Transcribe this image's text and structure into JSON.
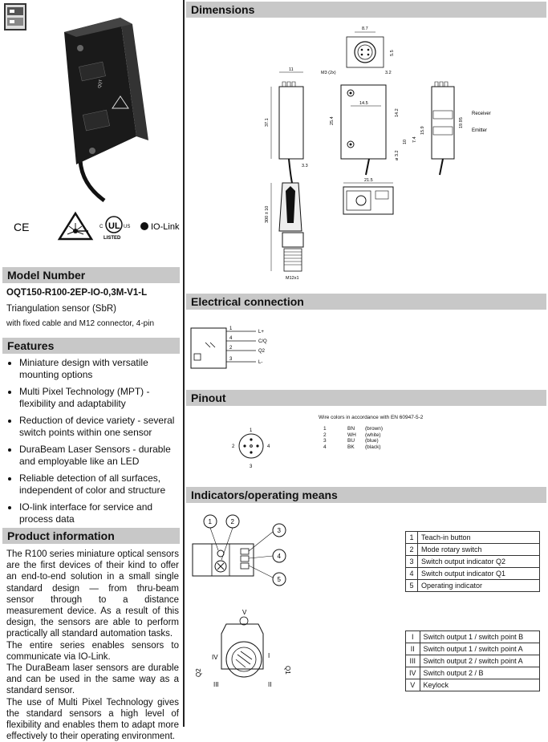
{
  "sections": {
    "dimensions": "Dimensions",
    "electrical": "Electrical connection",
    "pinout": "Pinout",
    "indicators": "Indicators/operating means",
    "model": "Model Number",
    "features": "Features",
    "product_info": "Product information"
  },
  "certs": {
    "ce": "CE",
    "ul_us": "US",
    "ul_listed": "LISTED",
    "iolink": "IO-Link"
  },
  "model": {
    "number": "OQT150-R100-2EP-IO-0,3M-V1-L",
    "desc": "Triangulation sensor (SbR)",
    "desc2": "with fixed cable and M12 connector, 4-pin"
  },
  "features": [
    "Miniature design with versatile mounting options",
    "Multi Pixel Technology (MPT) - flexibility and adaptability",
    "Reduction of device variety - several switch points within one sensor",
    "DuraBeam Laser Sensors - durable and employable like an LED",
    "Reliable detection of all surfaces, independent of color and structure",
    "IO-link interface for service and process data"
  ],
  "product_info": [
    "The R100 series miniature optical sensors are the first devices of their kind to offer an end-to-end solution in a small single standard design — from thru-beam sensor through to a distance measurement device. As a result of this design, the sensors are able to perform practically all standard automation tasks.",
    "The entire series enables sensors to communicate via IO-Link.",
    "The DuraBeam laser sensors are durable and can be used in the same way as a standard sensor.",
    "The use of Multi Pixel Technology gives the standard sensors a high level of flexibility and enables them to adapt more effectively to their operating environment."
  ],
  "dimensions": {
    "d8_7": "8.7",
    "d5_5": "5.5",
    "m3": "M3 (2x)",
    "d3_2a": "3.2",
    "d11": "11",
    "d14_5": "14.5",
    "d37_1": "37.1",
    "d25_4": "25.4",
    "d14_2": "14.2",
    "d19_95": "19.95",
    "d15_9": "15.9",
    "d10": "10",
    "d7_4": "7.4",
    "d3_2b": "ø 3.2",
    "d3_3": "3.3",
    "d21_5": "21.5",
    "d300": "300 ± 10",
    "m12": "M12x1",
    "receiver": "Receiver",
    "emitter": "Emitter"
  },
  "electrical": {
    "p1": "1",
    "p2": "2",
    "p4": "4",
    "p3": "3",
    "l_plus": "L+",
    "cq": "C/Q",
    "q2": "Q2",
    "l_minus": "L-"
  },
  "pinout": {
    "note": "Wire colors in accordance with EN 60947-5-2",
    "rows": [
      {
        "pin": "1",
        "code": "BN",
        "color": "(brown)"
      },
      {
        "pin": "2",
        "code": "WH",
        "color": "(white)"
      },
      {
        "pin": "3",
        "code": "BU",
        "color": "(blue)"
      },
      {
        "pin": "4",
        "code": "BK",
        "color": "(black)"
      }
    ],
    "labels": {
      "n1": "1",
      "n2": "2",
      "n3": "3",
      "n4": "4"
    }
  },
  "indicators": {
    "table1": [
      {
        "n": "1",
        "t": "Teach-in button"
      },
      {
        "n": "2",
        "t": "Mode rotary switch"
      },
      {
        "n": "3",
        "t": "Switch output indicator Q2"
      },
      {
        "n": "4",
        "t": "Switch output indicator Q1"
      },
      {
        "n": "5",
        "t": "Operating indicator"
      }
    ],
    "table2": [
      {
        "n": "I",
        "t": "Switch output 1 / switch point B"
      },
      {
        "n": "II",
        "t": "Switch output 1 / switch point A"
      },
      {
        "n": "III",
        "t": "Switch output 2 / switch point A"
      },
      {
        "n": "IV",
        "t": "Switch output 2 / B"
      },
      {
        "n": "V",
        "t": "Keylock"
      }
    ],
    "callouts": {
      "c1": "1",
      "c2": "2",
      "c3": "3",
      "c4": "4",
      "c5": "5"
    },
    "dial": {
      "v": "V",
      "iv": "IV",
      "i": "I",
      "iii": "III",
      "ii": "II",
      "q2": "Q2",
      "q1": "Q1"
    }
  }
}
